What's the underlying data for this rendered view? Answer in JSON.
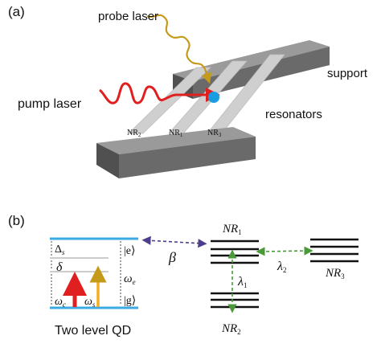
{
  "panel_a": {
    "tag": "(a)",
    "probe_label": "probe laser",
    "pump_label": "pump laser",
    "support_label": "support",
    "resonators_label": "resonators",
    "nr_labels": [
      "NR2",
      "NR1",
      "NR3"
    ]
  },
  "panel_b": {
    "tag": "(b)",
    "qd_caption": "Two level QD",
    "delta_s": "Δs",
    "delta": "δ",
    "omega_c": "ωc",
    "omega_s": "ωs",
    "omega_e": "ωe",
    "ket_e": "|e⟩",
    "ket_g": "|g⟩",
    "beta": "β",
    "lambda1": "λ1",
    "lambda2": "λ2",
    "nr1": "NR1",
    "nr2": "NR2",
    "nr3": "NR3"
  },
  "colors": {
    "block": "#6a6a6a",
    "qd_level": "#3aa9e6",
    "pump": "#e02020",
    "probe": "#c59a1a",
    "beta_arrow": "#4d3d8a",
    "lambda_arrow": "#4a9a3a",
    "dot": "#1a9de0"
  }
}
